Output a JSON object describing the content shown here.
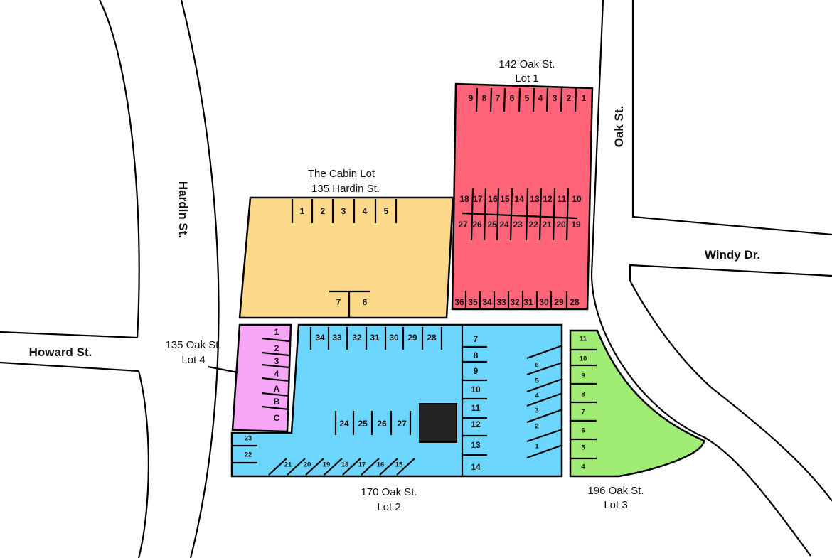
{
  "colors": {
    "lot1": "#ff6478",
    "cabin": "#fdd98b",
    "lot2": "#6dd6fe",
    "lot4": "#f7a6f7",
    "lot3": "#a0ec75",
    "building": "#262324"
  },
  "roads": {
    "hardin": "Hardin St.",
    "howard": "Howard St.",
    "oak": "Oak St.",
    "windy": "Windy Dr."
  },
  "lots": {
    "lot1": {
      "address": "142 Oak St.",
      "name": "Lot 1",
      "spots": {
        "top": [
          "9",
          "8",
          "7",
          "6",
          "5",
          "4",
          "3",
          "2",
          "1"
        ],
        "mid_top": [
          "18",
          "17",
          "16",
          "15",
          "14",
          "13",
          "12",
          "11",
          "10"
        ],
        "mid_bottom": [
          "27",
          "26",
          "25",
          "24",
          "23",
          "22",
          "21",
          "20",
          "19"
        ],
        "bottom": [
          "36",
          "35",
          "34",
          "33",
          "32",
          "31",
          "30",
          "29",
          "28"
        ]
      }
    },
    "cabin": {
      "name": "The Cabin Lot",
      "address": "135 Hardin St.",
      "spots": {
        "top": [
          "1",
          "2",
          "3",
          "4",
          "5"
        ],
        "bottom": [
          "7",
          "6"
        ]
      }
    },
    "lot4": {
      "address": "135 Oak St.",
      "name": "Lot 4",
      "spots": {
        "column": [
          "1",
          "2",
          "3",
          "4",
          "A",
          "B",
          "C"
        ]
      }
    },
    "lot2": {
      "address": "170 Oak St.",
      "name": "Lot 2",
      "spots": {
        "top": [
          "34",
          "33",
          "32",
          "31",
          "30",
          "29",
          "28"
        ],
        "right_column": [
          "7",
          "8",
          "9",
          "10",
          "11",
          "12",
          "13",
          "14"
        ],
        "angled": [
          "6",
          "5",
          "4",
          "3",
          "2",
          "1"
        ],
        "middle": [
          "24",
          "25",
          "26",
          "27"
        ],
        "left": [
          "23",
          "22"
        ],
        "bottom_angled": [
          "21",
          "20",
          "19",
          "18",
          "17",
          "16",
          "15"
        ]
      }
    },
    "lot3": {
      "address": "196 Oak St.",
      "name": "Lot 3",
      "spots": {
        "column": [
          "11",
          "10",
          "9",
          "8",
          "7",
          "6",
          "5",
          "4"
        ]
      }
    }
  }
}
